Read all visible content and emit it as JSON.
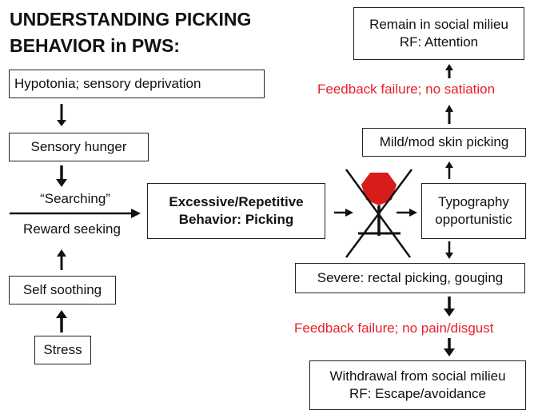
{
  "title_line1": "UNDERSTANDING PICKING",
  "title_line2": "BEHAVIOR in PWS:",
  "left": {
    "hypotonia": "Hypotonia; sensory deprivation",
    "sensory_hunger": "Sensory hunger",
    "searching": "“Searching”",
    "reward_seeking": "Reward seeking",
    "self_soothing": "Self soothing",
    "stress": "Stress"
  },
  "center": {
    "line1": "Excessive/Repetitive",
    "line2": "Behavior: Picking"
  },
  "right": {
    "remain_line1": "Remain in social milieu",
    "remain_line2": "RF: Attention",
    "feedback_top": "Feedback failure; no satiation",
    "mild": "Mild/mod skin picking",
    "typo_line1": "Typography",
    "typo_line2": "opportunistic",
    "severe": "Severe: rectal picking, gouging",
    "feedback_bottom": "Feedback failure; no pain/disgust",
    "withdraw_line1": "Withdrawal from social milieu",
    "withdraw_line2": "RF: Escape/avoidance"
  },
  "colors": {
    "text": "#111111",
    "red_text": "#e8202a",
    "stop_sign": "#d81b1b",
    "border": "#222222"
  },
  "icons": {
    "stop": "stop-sign-crossed-out-icon"
  }
}
